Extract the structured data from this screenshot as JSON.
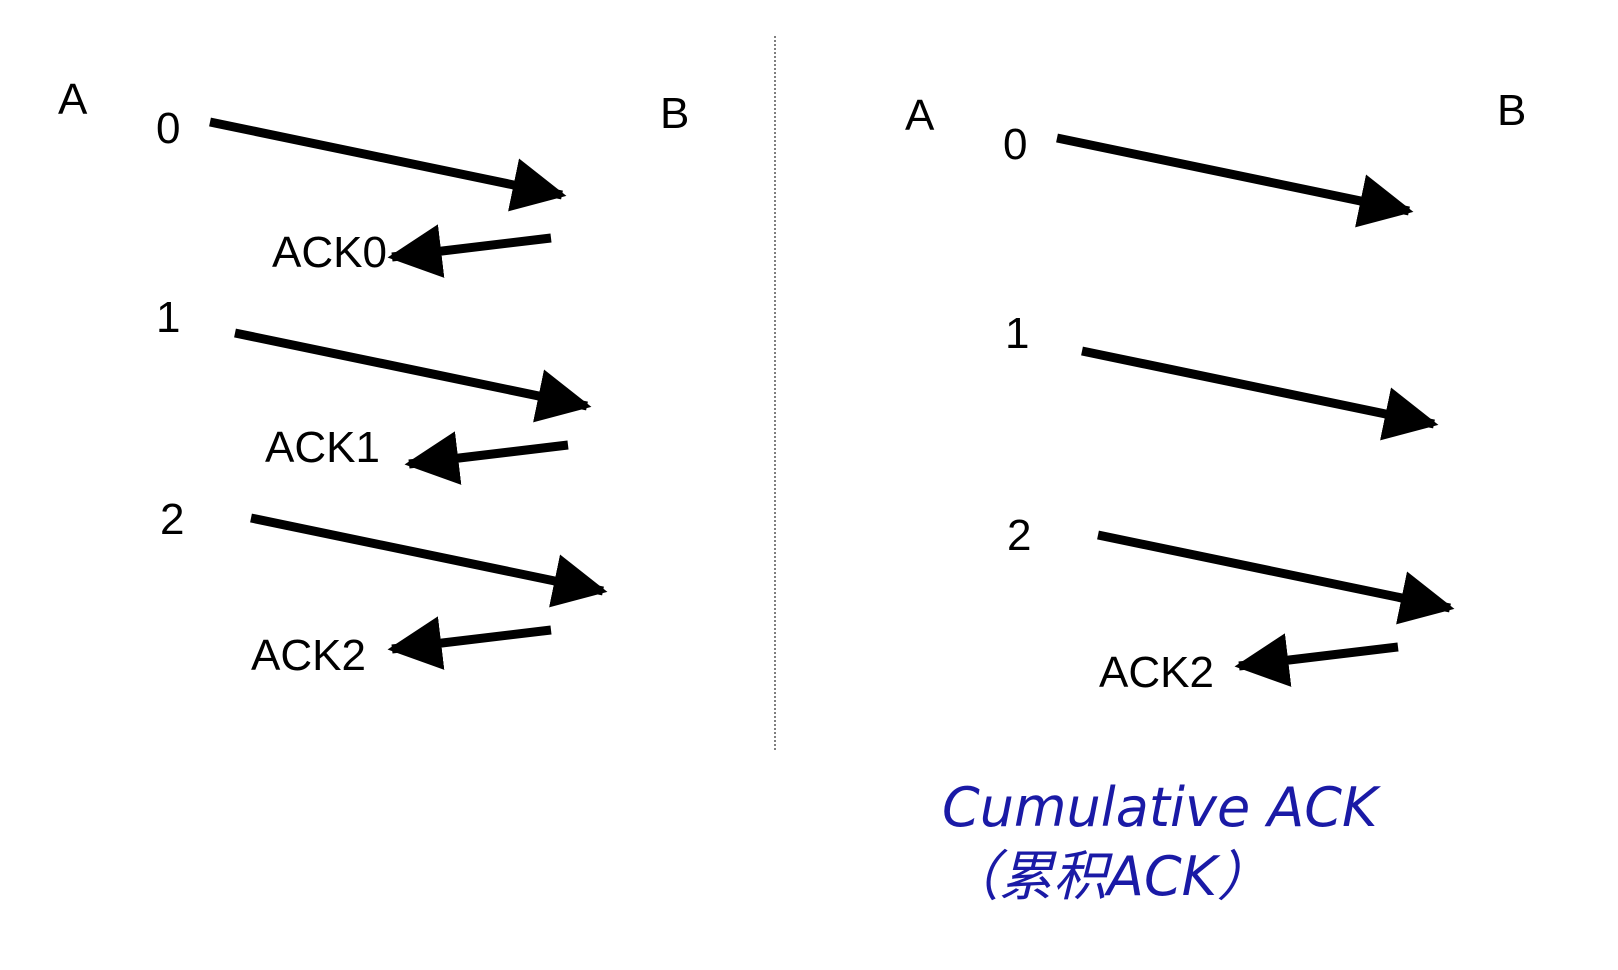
{
  "left_panel": {
    "sender_label": "A",
    "receiver_label": "B",
    "frames": [
      {
        "seq_label": "0",
        "ack_label": "ACK0"
      },
      {
        "seq_label": "1",
        "ack_label": "ACK1"
      },
      {
        "seq_label": "2",
        "ack_label": "ACK2"
      }
    ]
  },
  "right_panel": {
    "sender_label": "A",
    "receiver_label": "B",
    "frames": [
      {
        "seq_label": "0"
      },
      {
        "seq_label": "1"
      },
      {
        "seq_label": "2",
        "ack_label": "ACK2"
      }
    ],
    "caption_line1": "Cumulative ACK",
    "caption_line2": "（累积ACK）"
  },
  "colors": {
    "caption": "#1a1aa6",
    "arrows": "#000000",
    "divider": "#555555"
  }
}
